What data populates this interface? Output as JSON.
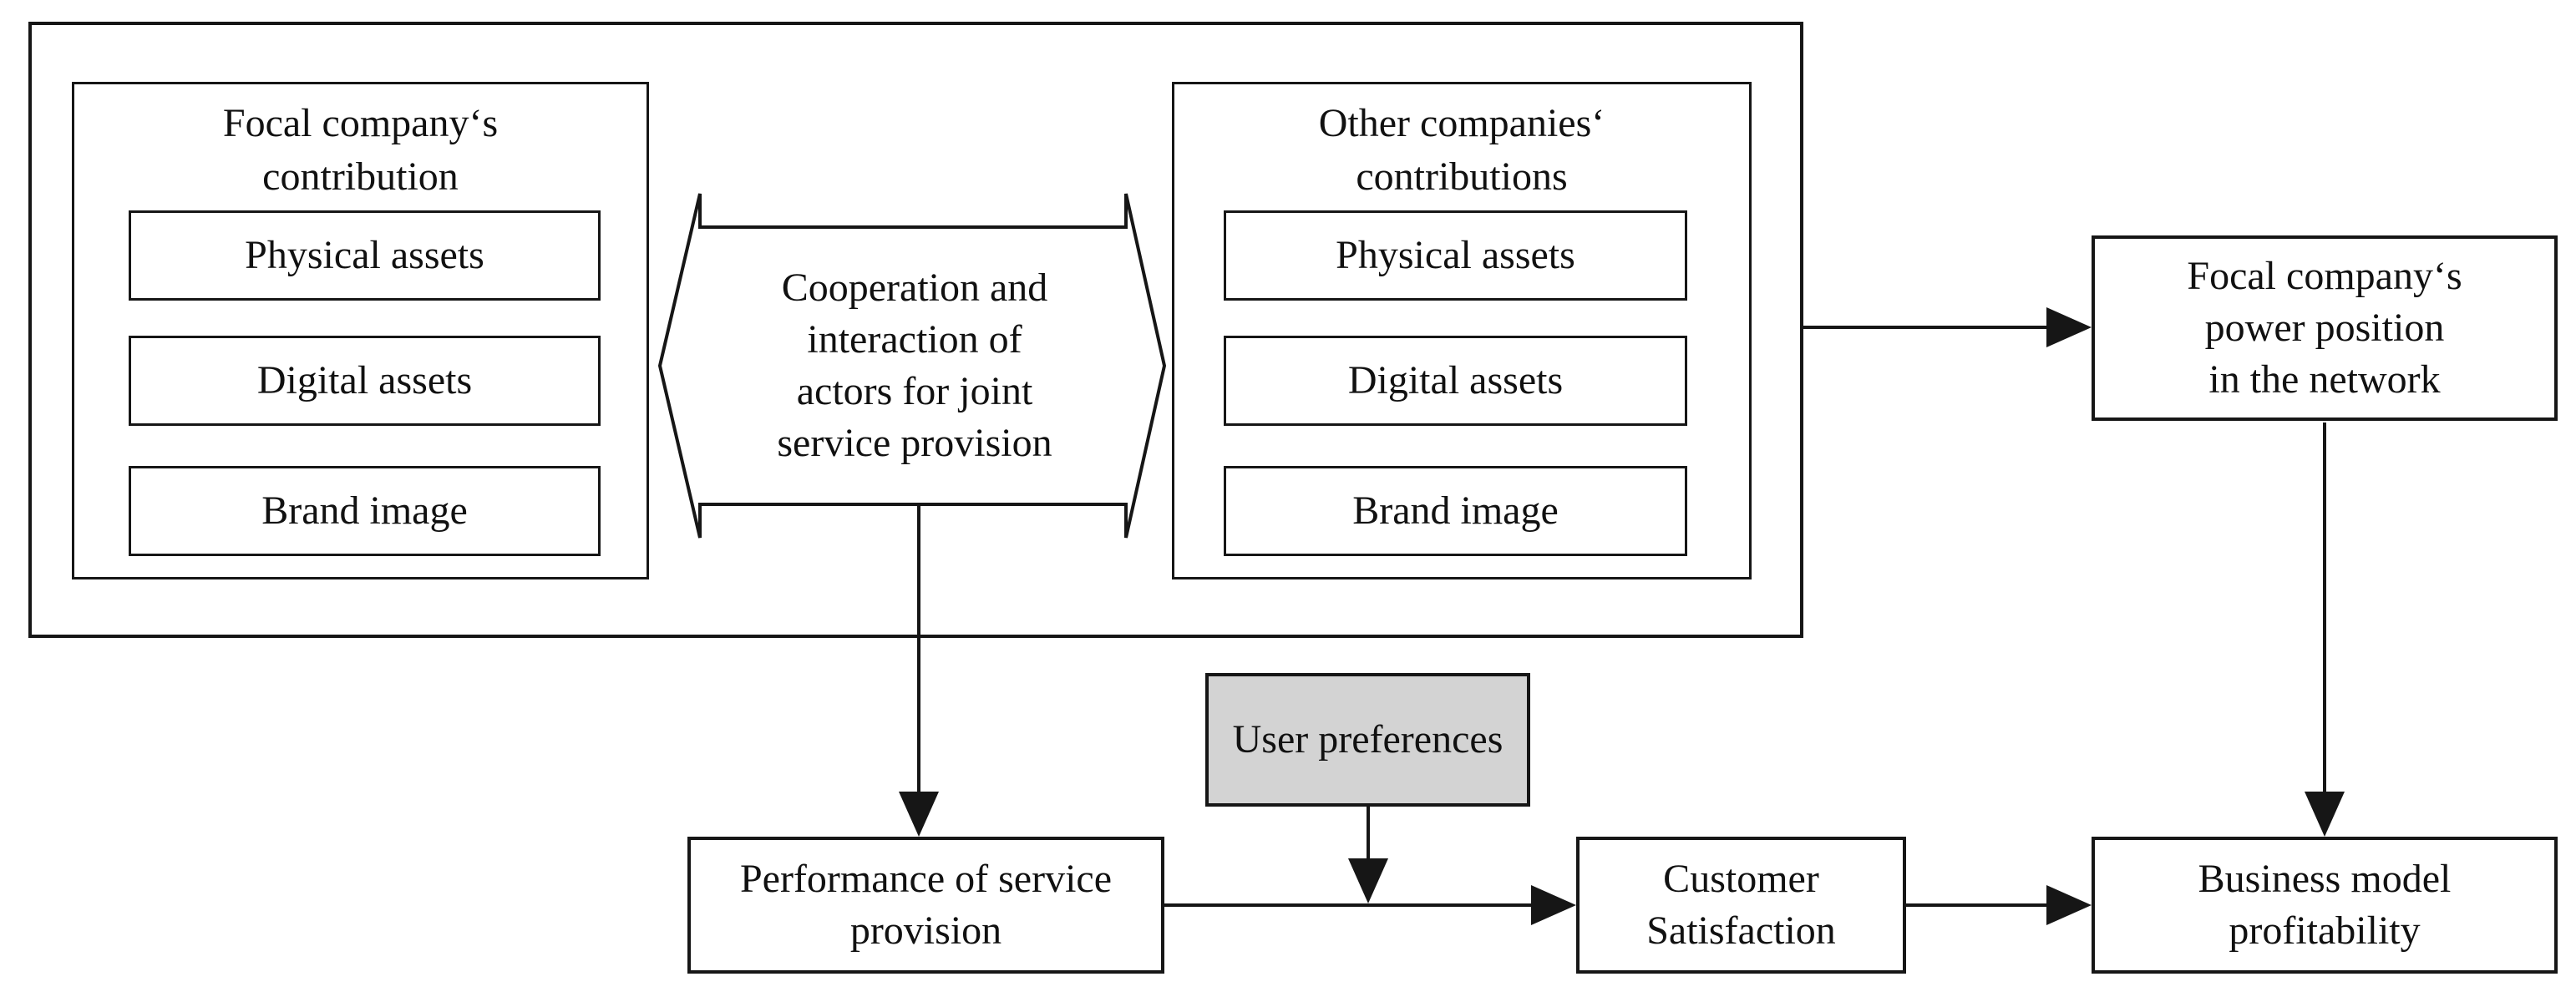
{
  "diagram": {
    "outer_group": {
      "note": "container grouping both contribution blocks"
    },
    "focal_contribution": {
      "title": "Focal company‘s\ncontribution",
      "items": [
        "Physical assets",
        "Digital assets",
        "Brand image"
      ]
    },
    "other_contributions": {
      "title": "Other companies‘\ncontributions",
      "items": [
        "Physical assets",
        "Digital assets",
        "Brand image"
      ]
    },
    "cooperation": {
      "label": "Cooperation and\ninteraction of\nactors for joint\nservice provision"
    },
    "power_position": {
      "label": "Focal company‘s\npower position\nin the network"
    },
    "user_preferences": {
      "label": "User preferences"
    },
    "performance": {
      "label": "Performance of service\nprovision"
    },
    "customer_satisfaction": {
      "label": "Customer\nSatisfaction"
    },
    "business_model": {
      "label": "Business model\nprofitability"
    }
  },
  "colors": {
    "line": "#161616",
    "background": "#ffffff",
    "user_pref_fill": "#d3d3d3"
  }
}
